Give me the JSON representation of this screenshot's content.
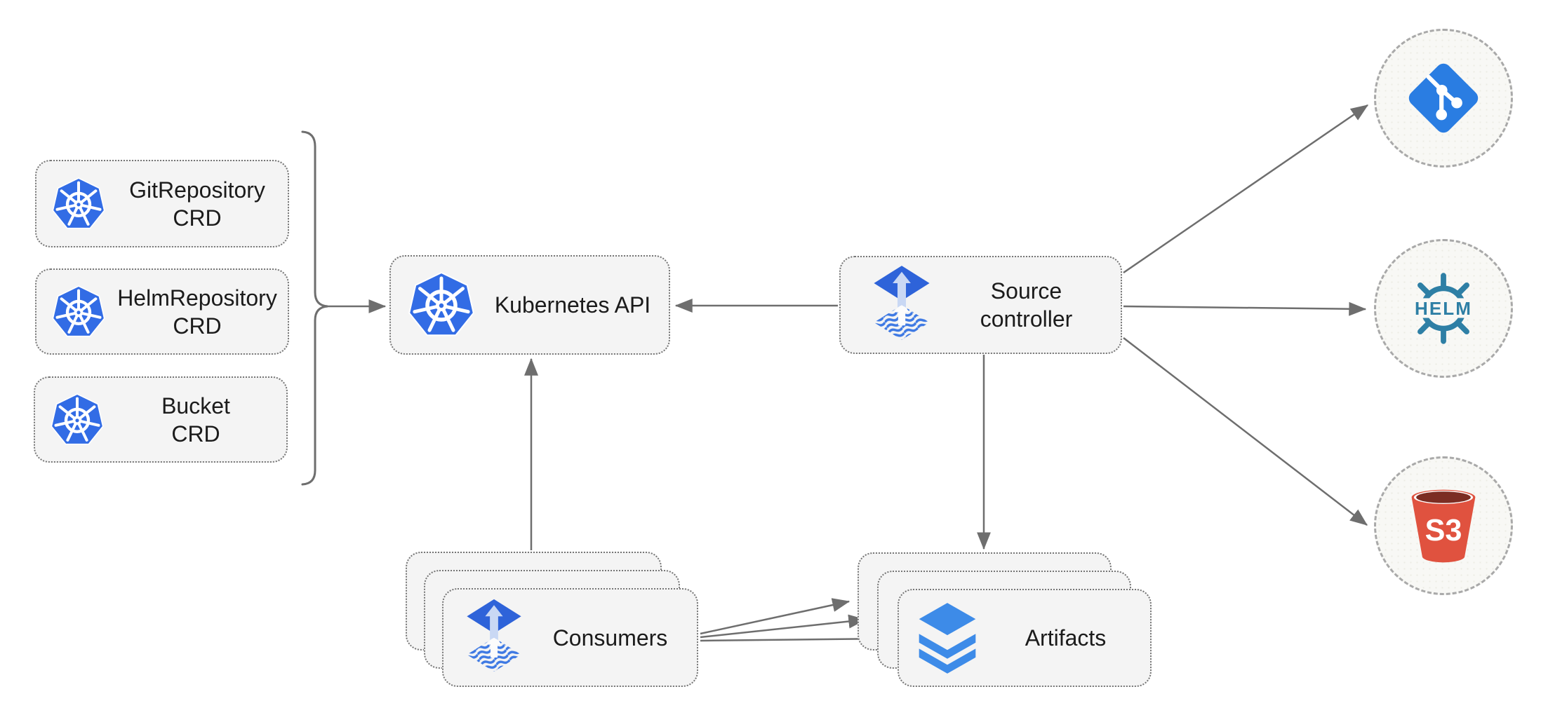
{
  "diagram": {
    "background": "#ffffff",
    "arrow_color": "#6e6e6e",
    "box_fill": "#f4f4f4",
    "box_border": "#767676",
    "circle_fill": "#f8f8f5",
    "circle_border": "#a9a9a9",
    "text_color": "#1b1b1b"
  },
  "brand_colors": {
    "kubernetes_blue": "#326ce5",
    "flux_blue": "#2e63d9",
    "flux_arrow_light": "#c9d8f4",
    "flux_wave_blue": "#3e79e3",
    "git_blue": "#2a7de2",
    "helm_teal": "#2e7fa5",
    "s3_red": "#e0523f",
    "s3_dark_red": "#7c2d23",
    "layers_blue": "#3d8be8"
  },
  "nodes": {
    "git_repository_crd": {
      "label": "GitRepository\nCRD",
      "icon": "kubernetes-icon"
    },
    "helm_repository_crd": {
      "label": "HelmRepository\nCRD",
      "icon": "kubernetes-icon"
    },
    "bucket_crd": {
      "label": "Bucket\nCRD",
      "icon": "kubernetes-icon"
    },
    "kubernetes_api": {
      "label": "Kubernetes API",
      "icon": "kubernetes-icon"
    },
    "source_controller": {
      "label": "Source\ncontroller",
      "icon": "flux-icon"
    },
    "consumers": {
      "label": "Consumers",
      "icon": "flux-icon",
      "stacked_cards": 3
    },
    "artifacts": {
      "label": "Artifacts",
      "icon": "layers-icon",
      "stacked_cards": 3
    },
    "git_endpoint": {
      "icon": "git-icon"
    },
    "helm_endpoint": {
      "icon": "helm-icon",
      "logo_text": "HELM"
    },
    "s3_endpoint": {
      "icon": "s3-bucket-icon",
      "logo_text": "S3"
    }
  },
  "edges": [
    {
      "from": "crd-group-bracket",
      "to": "kubernetes_api"
    },
    {
      "from": "source_controller",
      "to": "kubernetes_api"
    },
    {
      "from": "source_controller",
      "to": "git_endpoint"
    },
    {
      "from": "source_controller",
      "to": "helm_endpoint"
    },
    {
      "from": "source_controller",
      "to": "s3_endpoint"
    },
    {
      "from": "source_controller",
      "to": "artifacts"
    },
    {
      "from": "consumers",
      "to": "kubernetes_api"
    },
    {
      "from": "consumers",
      "to": "artifacts"
    },
    {
      "from": "consumers",
      "to": "artifacts"
    },
    {
      "from": "consumers",
      "to": "artifacts"
    }
  ]
}
